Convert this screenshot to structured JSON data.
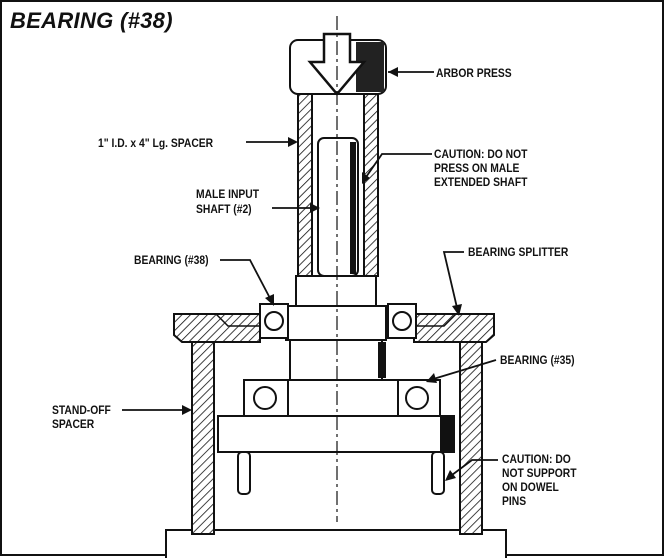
{
  "title": "BEARING (#38)",
  "labels": {
    "arbor_press": "ARBOR PRESS",
    "spacer": "1\" I.D. x 4\" Lg. SPACER",
    "caution_press_1": "CAUTION: DO NOT",
    "caution_press_2": "PRESS ON MALE",
    "caution_press_3": "EXTENDED SHAFT",
    "male_input_1": "MALE INPUT",
    "male_input_2": "SHAFT (#2)",
    "bearing38": "BEARING (#38)",
    "bearing_splitter": "BEARING SPLITTER",
    "bearing35": "BEARING (#35)",
    "standoff_1": "STAND-OFF",
    "standoff_2": "SPACER",
    "caution_dowel_1": "CAUTION: DO",
    "caution_dowel_2": "NOT SUPPORT",
    "caution_dowel_3": "ON DOWEL",
    "caution_dowel_4": "PINS"
  },
  "colors": {
    "ink": "#111111",
    "paper": "#ffffff"
  }
}
